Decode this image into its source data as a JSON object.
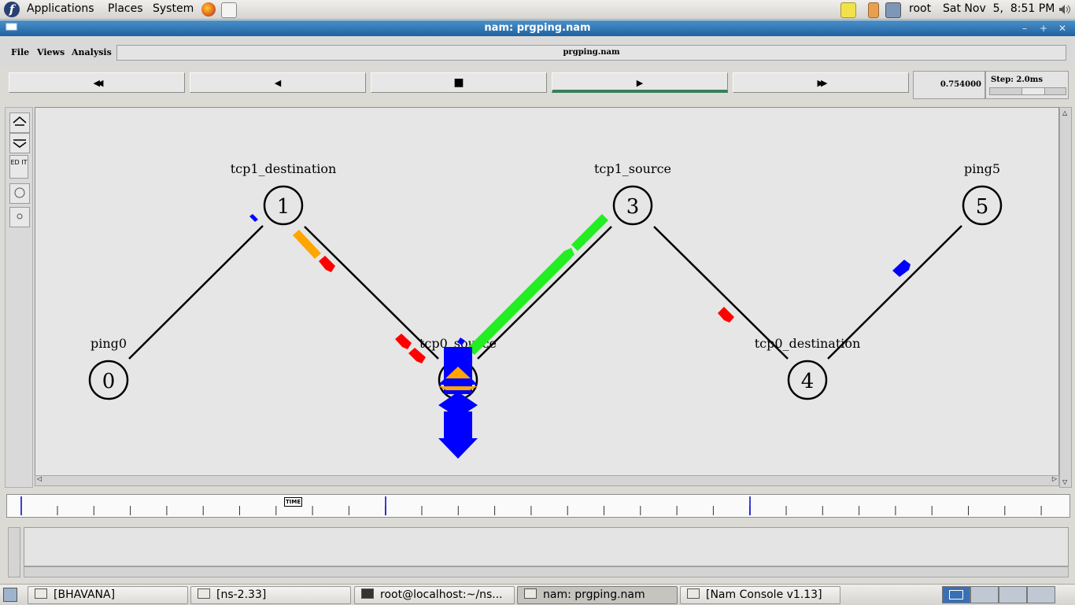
{
  "top_panel": {
    "menus": [
      "Applications",
      "Places",
      "System"
    ],
    "user": "root",
    "clock": "Sat Nov  5,  8:51 PM"
  },
  "window": {
    "title": "nam: prgping.nam"
  },
  "menubar": {
    "file": "File",
    "views": "Views",
    "analysis": "Analysis",
    "filename": "prgping.nam"
  },
  "controls": {
    "rewind": "◀◀",
    "back": "◀",
    "stop": "■",
    "play": "▶",
    "fast_forward": "▶▶",
    "time": "0.754000",
    "step": "Step: 2.0ms"
  },
  "tools": {
    "edit": "ED IT"
  },
  "nodes": [
    {
      "id": "0",
      "label": "ping0"
    },
    {
      "id": "1",
      "label": "tcp1_destination"
    },
    {
      "id": "2",
      "label": "tcp0_source"
    },
    {
      "id": "3",
      "label": "tcp1_source"
    },
    {
      "id": "4",
      "label": "tcp0_destination"
    },
    {
      "id": "5",
      "label": "ping5"
    }
  ],
  "timeline": {
    "label": "TIME"
  },
  "taskbar": {
    "items": [
      "[BHAVANA]",
      "[ns-2.33]",
      "root@localhost:~/ns...",
      "nam: prgping.nam",
      "[Nam Console v1.13]"
    ]
  },
  "colors": {
    "title_bar": "#1f62a3",
    "packet_red": "#ff0000",
    "packet_blue": "#0000ff",
    "packet_green": "#22ee22",
    "packet_orange": "#ffa500",
    "active_indicator": "#3a7d5c"
  }
}
